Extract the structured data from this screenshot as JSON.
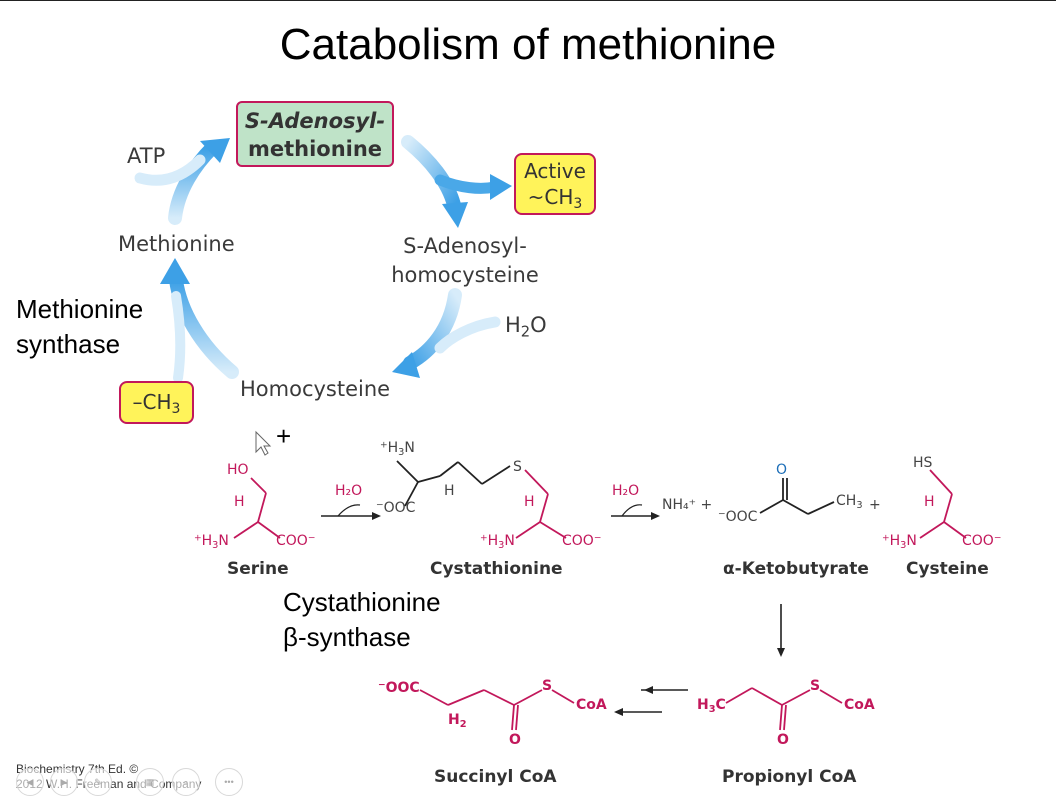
{
  "slide": {
    "title": "Catabolism of methionine",
    "cycle": {
      "sam_line1": "S-Adenosyl-",
      "sam_line2": "methionine",
      "atp": "ATP",
      "active_line1": "Active",
      "active_line2": "~CH",
      "active_sub": "3",
      "sah_line1": "S-Adenosyl-",
      "sah_line2": "homocysteine",
      "water": "H",
      "water_sub": "2",
      "water_tail": "O",
      "methionine": "Methionine",
      "homocysteine": "Homocysteine",
      "ch3_box": "–CH",
      "ch3_sub": "3"
    },
    "labels": {
      "methionine_synthase_1": "Methionine",
      "methionine_synthase_2": "synthase",
      "cbs_1": "Cystathionine",
      "cbs_2": "β-synthase",
      "plus": "+"
    },
    "molecules": {
      "serine": "Serine",
      "cystathionine": "Cystathionine",
      "ketobutyrate": "α-Ketobutyrate",
      "cysteine": "Cysteine",
      "succinyl_coa": "Succinyl CoA",
      "propionyl_coa": "Propionyl CoA"
    },
    "reaction": {
      "h2o_1": "H₂O",
      "h2o_2": "H₂O",
      "nh4": "NH₄⁺ +",
      "plus2": "+",
      "coa": "CoA"
    },
    "footer": {
      "line1": "Biochemistry 7th Ed. ©",
      "line2": "2012 W.H. Freeman and Company"
    },
    "colors": {
      "arrow_blue": "#4aa8e8",
      "magenta": "#c2185b",
      "box_green": "#bfe3c8",
      "box_yellow": "#fff35a"
    }
  }
}
